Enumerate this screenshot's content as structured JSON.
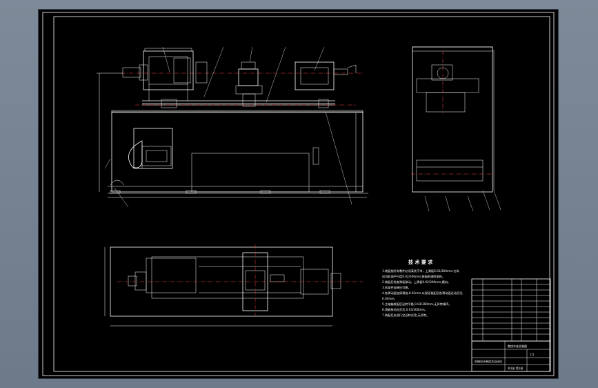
{
  "notes": {
    "title": "技 术 要 求",
    "lines": [
      "1.装配前所有零件必须清洗干净，上滑板0.02/300mm,在纵",
      "  向导轨面平行度0.02/300mm,装配前清除毛刺。",
      "2.装配后检查滑板移动，上滑板0.02/300mm,横向。",
      "3.各部件连接应可靠。",
      "4.各滑动面加润滑油,0.02mm,以保证装配后各滑动面运动灵活,",
      "  0.04mm。",
      "5.主轴箱装配后运转平稳,0.02/300mm,无异常噪声。",
      "6.滑板移动应灵活,0.03/300mm。",
      "7.装配后应进行空运转试验,无异常。"
    ]
  },
  "title_block": {
    "drawing_title": "数控车床总装图",
    "school": "机械设计制造及自动化",
    "scale": "1:5",
    "sheet": "共1张 第1张"
  },
  "colors": {
    "background": "#000000",
    "line": "#ffffff",
    "centerline": "#ff4040",
    "desktop": "#6f7e8e"
  }
}
